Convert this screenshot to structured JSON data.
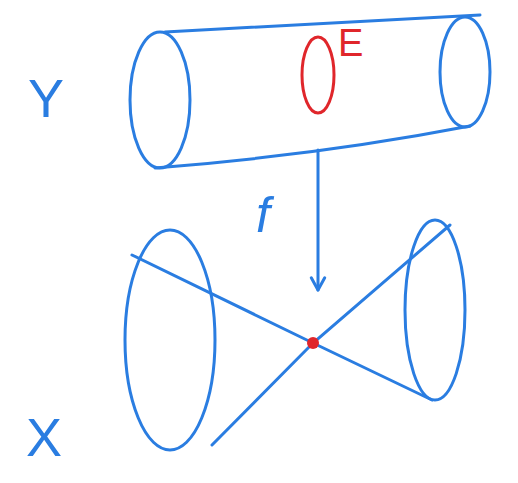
{
  "diagram": {
    "nodes": [
      {
        "text": [
          "Y"
        ]
      },
      {
        "text": [
          "X"
        ]
      }
    ],
    "edges": [
      {
        "from": 0,
        "to": 1,
        "arrow": "to",
        "label": "f"
      }
    ],
    "labels": [
      "E"
    ]
  }
}
